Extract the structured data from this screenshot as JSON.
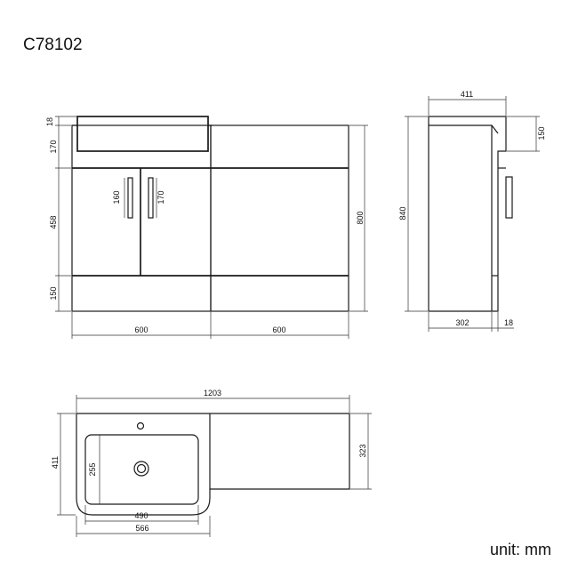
{
  "title": "C78102",
  "unit_label": "unit: mm",
  "dimensions": {
    "front": {
      "top_gap": "18",
      "basin_height": "170",
      "door_height": "458",
      "plinth_height": "150",
      "handle_left": "160",
      "handle_right": "170",
      "total_height": "800",
      "left_width": "600",
      "right_width": "600"
    },
    "side": {
      "top_depth": "411",
      "basin_height": "150",
      "total_height": "840",
      "body_depth": "302",
      "door_thickness": "18"
    },
    "plan": {
      "total_width": "1203",
      "basin_depth": "411",
      "bowl_depth": "255",
      "unit_depth": "323",
      "bowl_width": "490",
      "basin_width": "566"
    }
  }
}
